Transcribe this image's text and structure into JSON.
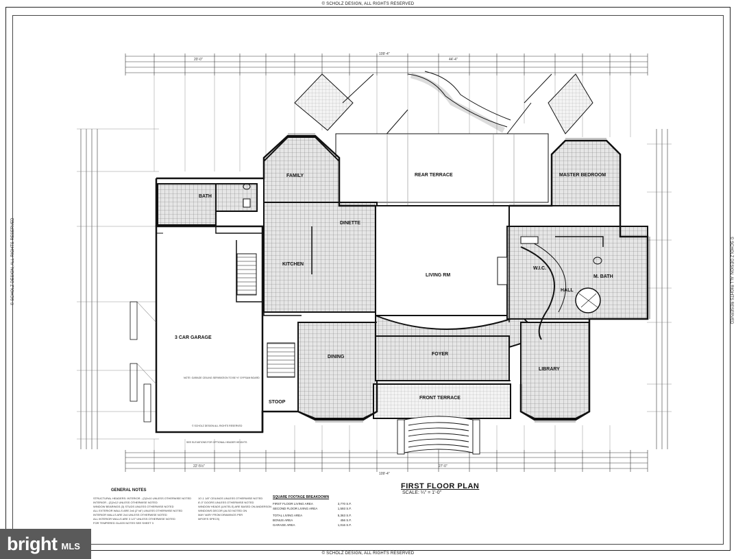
{
  "copyright": "© SCHOLZ DESIGN, ALL RIGHTS RESERVED",
  "plan": {
    "title": "FIRST FLOOR PLAN",
    "scale": "SCALE: ¼\" = 1'-0\"",
    "rooms": {
      "family": "FAMILY",
      "rear_terrace": "REAR TERRACE",
      "master_bedroom": "MASTER BEDROOM",
      "bath": "BATH",
      "dinette": "DINETTE",
      "kitchen": "KITCHEN",
      "living_rm": "LIVING RM",
      "wic": "W.I.C.",
      "m_bath": "M. BATH",
      "hall": "HALL",
      "garage": "3 CAR GARAGE",
      "dining": "DINING",
      "foyer": "FOYER",
      "library": "LIBRARY",
      "front_terrace": "FRONT TERRACE",
      "stoop": "STOOP"
    },
    "dimensions": {
      "overall_top": "109'-4\"",
      "overall_bottom": "109'-4\"",
      "top_left": "20'-0\"",
      "top_center": "44'-4\"",
      "garage_width": "22'-5½\"",
      "bottom_center": "27'-0\""
    },
    "notes": {
      "garage_note": "NOTE: GARAGE CEILING SEPARATION TO BE ½\" GYPSUM BOARD",
      "scholz_note": "© SCHOLZ DESIGN ALL RIGHTS RESERVED",
      "elevations_note": "SEE ELEVATIONS FOR OPTIONAL HEADER HEIGHTS"
    }
  },
  "general_notes": {
    "heading": "GENERAL NOTES",
    "lines": [
      "STRUCTURAL HEADERS: INTERIOR - (2)2x10 UNLESS OTHERWISE NOTED",
      "INTERIOR - (2)2x12 UNLESS OTHERWISE NOTED",
      "WINDOW BEARINGS (3) STUDS UNLESS OTHERWISE NOTED",
      "ALL EXTERIOR WALLS ARE 2x6 (2\"x6\") UNLESS OTHERWISE NOTED",
      "INTERIOR WALLS ARE 2x4 UNLESS OTHERWISE NOTED",
      "ALL INTERIOR WALLS ARE 3 1/2\" UNLESS OTHERWISE NOTED",
      "FOR TEMPERED GLASS NOTES SEE SHEET 3"
    ],
    "lines_right": [
      "10'-1 1/8\" CEILINGS UNLESS OTHERWISE NOTED",
      "8'-0\" DOORS UNLESS OTHERWISE NOTED",
      "WINDOW HEADS (LINTELS) ARE BASED ON ANDERSON",
      "WINDOWS DECOR (ALSO NOTED ON",
      "MAY VARY FROM DRAWINGS PER",
      "MFGR'S SPECS)"
    ]
  },
  "square_footage": {
    "heading": "SQUARE FOOTAGE BREAKDOWN",
    "rows": [
      {
        "label": "FIRST FLOOR LIVING AREA",
        "value": "3,770 S.F."
      },
      {
        "label": "SECOND FLOOR LIVING AREA",
        "value": "1,593 S.F."
      },
      {
        "label": "TOTAL LIVING AREA",
        "value": "5,363 S.F."
      },
      {
        "label": "BONUS AREA",
        "value": "456 S.F."
      },
      {
        "label": "GARAGE AREA",
        "value": "1,016 S.F."
      }
    ]
  },
  "watermark": {
    "brand": "bright",
    "suffix": "MLS"
  },
  "colors": {
    "ink": "#111111",
    "tile": "#c9c9c9",
    "logo_bg": "#5a5a5a"
  }
}
